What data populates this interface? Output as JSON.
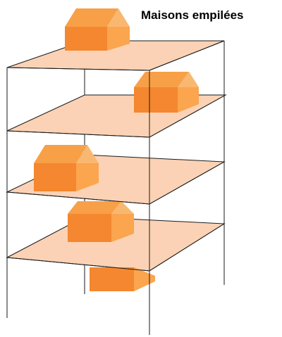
{
  "title": "Maisons empilées",
  "colors": {
    "floor_fill": "#FBD2B5",
    "line": "#1a1a1a",
    "house_front": "#F4872F",
    "house_side": "#FBA54E",
    "house_roof": "#F8A048",
    "house_gable": "#F9B870"
  },
  "structure": {
    "floors": 4,
    "houses": 5
  }
}
